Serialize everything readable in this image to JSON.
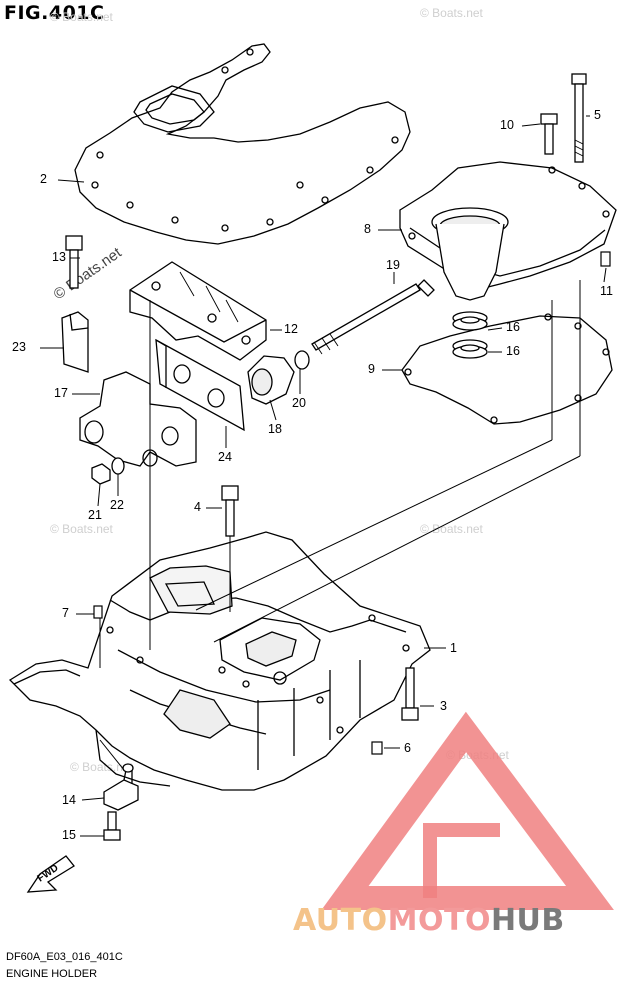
{
  "figure": {
    "title": "FIG.401C",
    "code": "DF60A_E03_016_401C",
    "name": "ENGINE HOLDER"
  },
  "watermark": {
    "text": "© Boats.net",
    "color": "#cccccc"
  },
  "brand": {
    "part1": "AUTO",
    "part2": "MOTO",
    "part3": "HUB",
    "colors": {
      "auto": "#f4c38a",
      "moto": "#f39a9a",
      "hub": "#7a7a7a",
      "triangle": "#f08080"
    }
  },
  "fwd_label": "FWD",
  "callouts": [
    {
      "id": "c1",
      "label": "1"
    },
    {
      "id": "c2",
      "label": "2"
    },
    {
      "id": "c3",
      "label": "3"
    },
    {
      "id": "c4",
      "label": "4"
    },
    {
      "id": "c5",
      "label": "5"
    },
    {
      "id": "c6",
      "label": "6"
    },
    {
      "id": "c7",
      "label": "7"
    },
    {
      "id": "c8",
      "label": "8"
    },
    {
      "id": "c9",
      "label": "9"
    },
    {
      "id": "c10",
      "label": "10"
    },
    {
      "id": "c11",
      "label": "11"
    },
    {
      "id": "c12",
      "label": "12"
    },
    {
      "id": "c13",
      "label": "13"
    },
    {
      "id": "c14",
      "label": "14"
    },
    {
      "id": "c15",
      "label": "15"
    },
    {
      "id": "c16a",
      "label": "16"
    },
    {
      "id": "c16b",
      "label": "16"
    },
    {
      "id": "c17",
      "label": "17"
    },
    {
      "id": "c18",
      "label": "18"
    },
    {
      "id": "c19",
      "label": "19"
    },
    {
      "id": "c20",
      "label": "20"
    },
    {
      "id": "c21",
      "label": "21"
    },
    {
      "id": "c22",
      "label": "22"
    },
    {
      "id": "c23",
      "label": "23"
    },
    {
      "id": "c24",
      "label": "24"
    }
  ]
}
